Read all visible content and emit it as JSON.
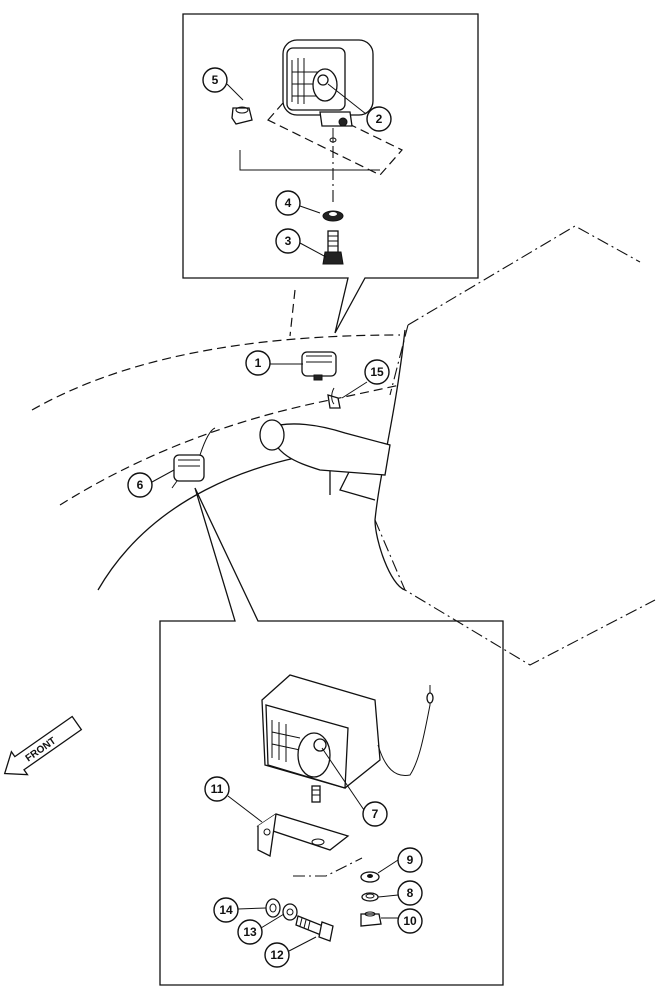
{
  "callouts": [
    {
      "id": "callout-1",
      "label": "1"
    },
    {
      "id": "callout-2",
      "label": "2"
    },
    {
      "id": "callout-3",
      "label": "3"
    },
    {
      "id": "callout-4",
      "label": "4"
    },
    {
      "id": "callout-5",
      "label": "5"
    },
    {
      "id": "callout-6",
      "label": "6"
    },
    {
      "id": "callout-7",
      "label": "7"
    },
    {
      "id": "callout-8",
      "label": "8"
    },
    {
      "id": "callout-9",
      "label": "9"
    },
    {
      "id": "callout-10",
      "label": "10"
    },
    {
      "id": "callout-11",
      "label": "11"
    },
    {
      "id": "callout-12",
      "label": "12"
    },
    {
      "id": "callout-13",
      "label": "13"
    },
    {
      "id": "callout-14",
      "label": "14"
    },
    {
      "id": "callout-15",
      "label": "15"
    }
  ],
  "front_label": "FRONT"
}
